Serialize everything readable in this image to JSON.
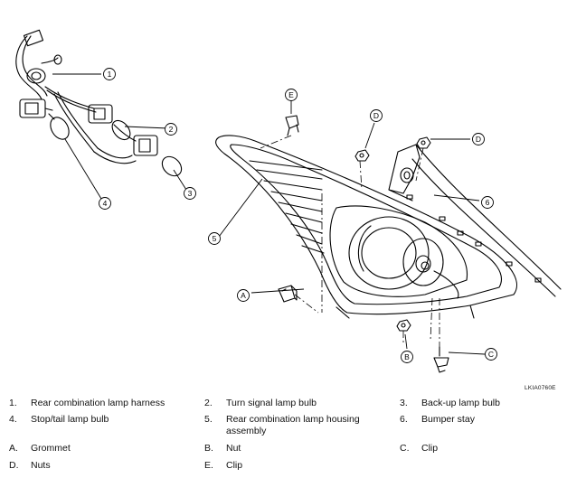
{
  "figure_code": "LKIA0760E",
  "callouts": {
    "c1": "1",
    "c2": "2",
    "c3": "3",
    "c4": "4",
    "c5": "5",
    "c6": "6",
    "cA": "A",
    "cB": "B",
    "cC": "C",
    "cD1": "D",
    "cD2": "D",
    "cE": "E"
  },
  "legend": [
    {
      "key": "1.",
      "text": "Rear combination lamp harness"
    },
    {
      "key": "2.",
      "text": "Turn signal lamp bulb"
    },
    {
      "key": "3.",
      "text": "Back-up lamp bulb"
    },
    {
      "key": "4.",
      "text": "Stop/tail lamp bulb"
    },
    {
      "key": "5.",
      "text": "Rear combination lamp housing assembly"
    },
    {
      "key": "6.",
      "text": "Bumper stay"
    },
    {
      "key": "A.",
      "text": "Grommet"
    },
    {
      "key": "B.",
      "text": "Nut"
    },
    {
      "key": "C.",
      "text": "Clip"
    },
    {
      "key": "D.",
      "text": "Nuts"
    },
    {
      "key": "E.",
      "text": "Clip"
    }
  ]
}
